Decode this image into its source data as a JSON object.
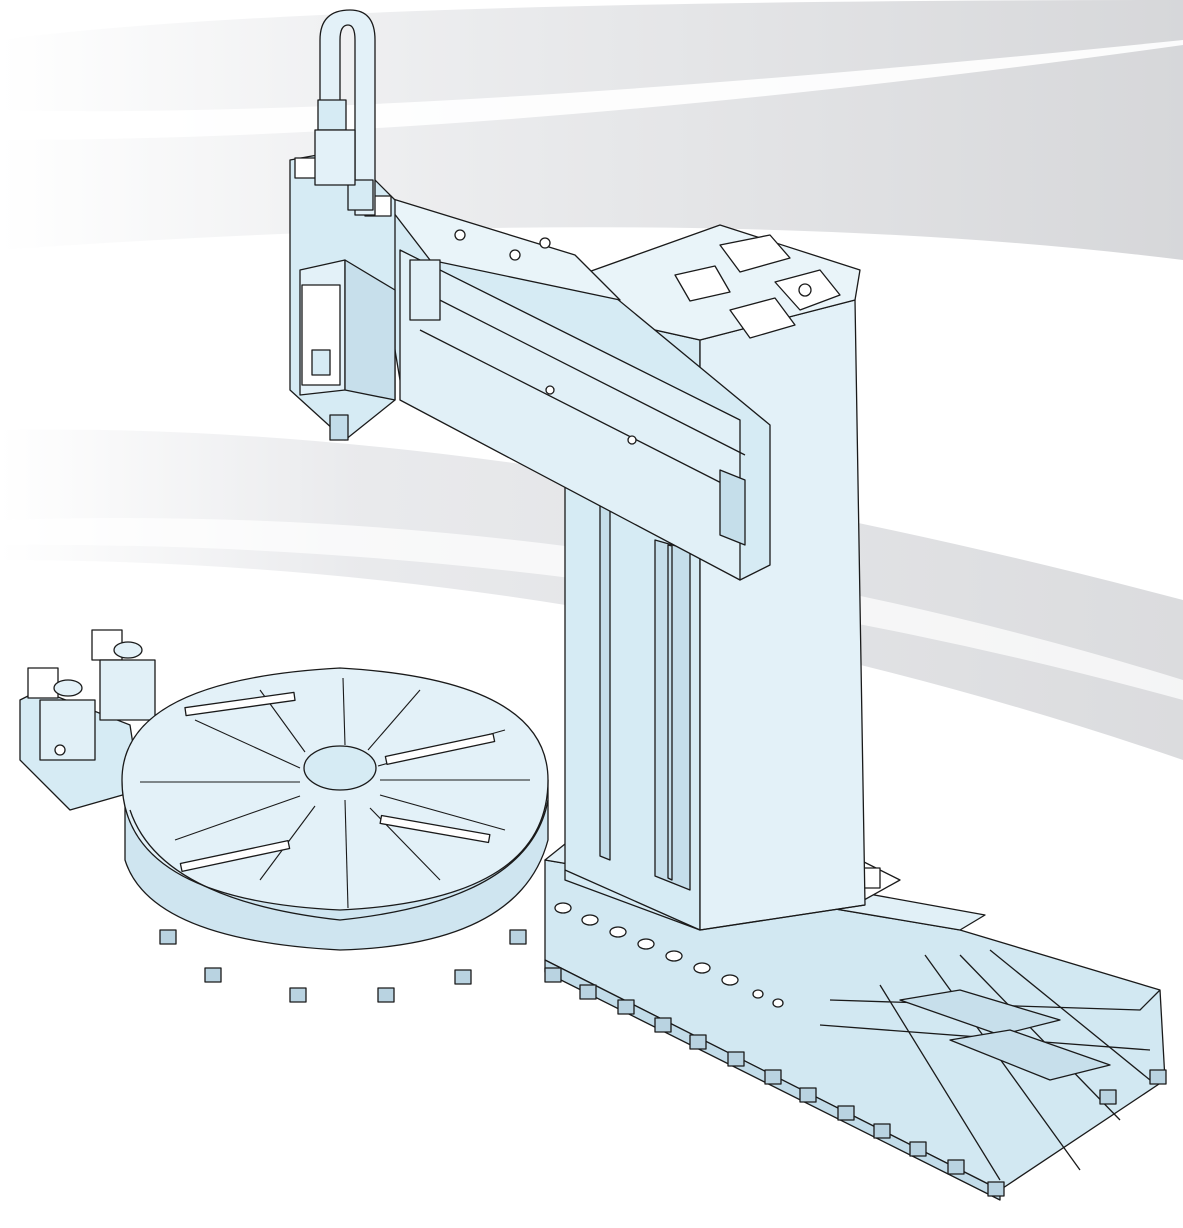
{
  "illustration": {
    "subject": "vertical-turning-milling-machine",
    "components": [
      "rotary-table",
      "table-drive-motor",
      "column",
      "crossrail",
      "ram-spindle-head",
      "cable-carrier",
      "bed",
      "leveling-feet"
    ]
  },
  "colors": {
    "part_fill": "#d8ecf5",
    "part_shade": "#c2dce9",
    "line": "#1a1a1a",
    "background_light": "#ffffff",
    "background_gray": "#d6d7da"
  }
}
